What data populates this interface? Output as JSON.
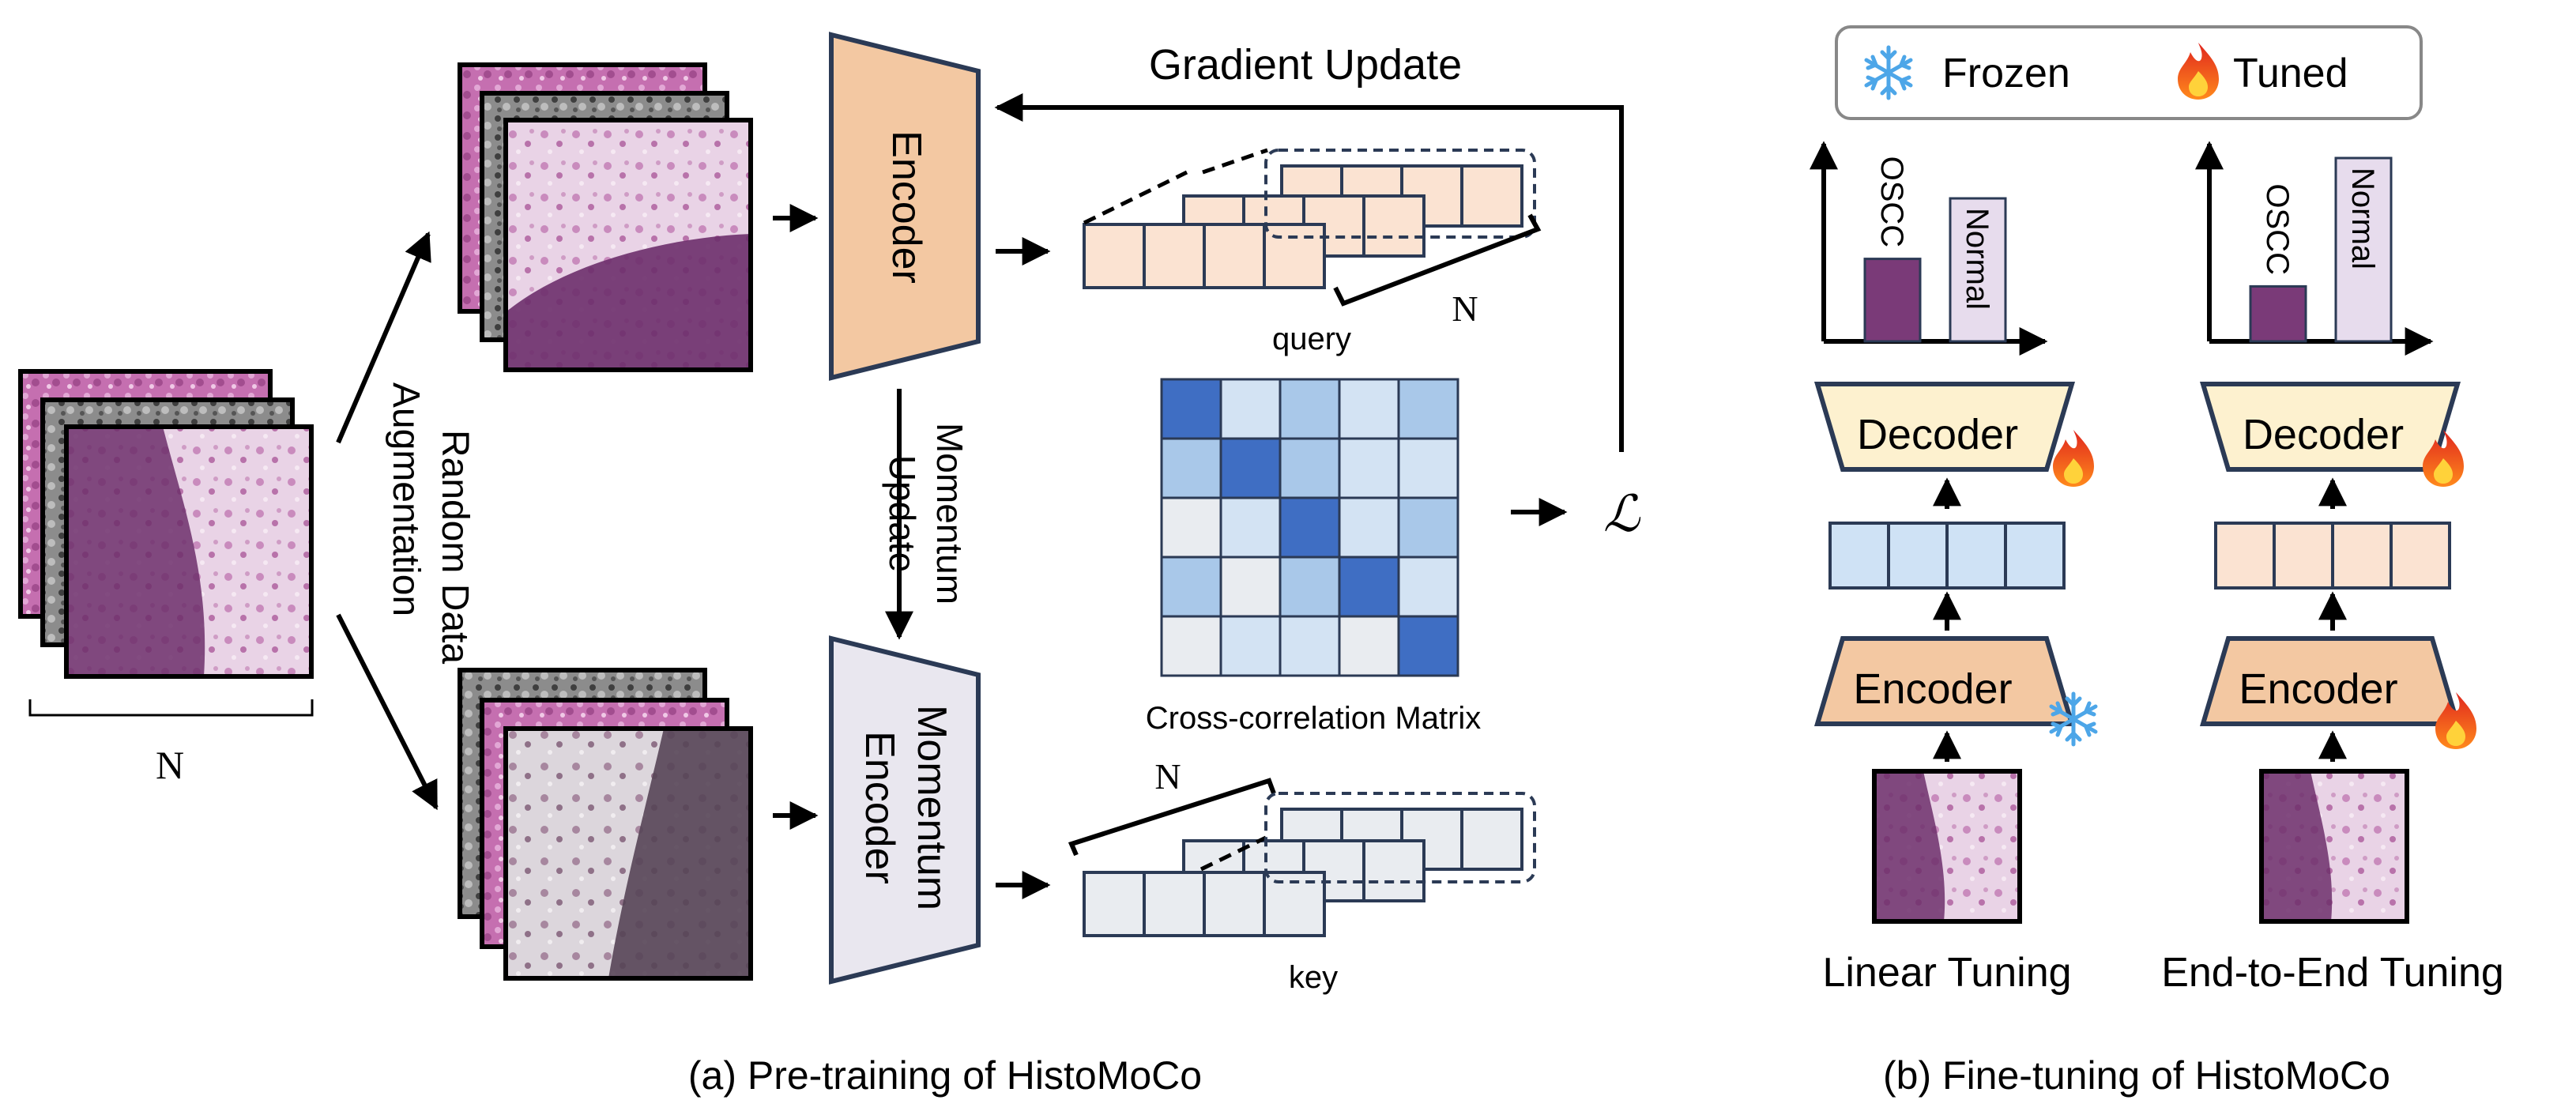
{
  "pretraining": {
    "input_count": "N",
    "augmentation_label_line1": "Random Data",
    "augmentation_label_line2": "Augmentation",
    "encoder_label": "Encoder",
    "momentum_encoder_line1": "Momentum",
    "momentum_encoder_line2": "Encoder",
    "gradient_update": "Gradient Update",
    "momentum_update_line1": "Momentum",
    "momentum_update_line2": "Update",
    "query_label": "query",
    "query_count": "N",
    "key_label": "key",
    "key_count": "N",
    "matrix_label": "Cross-correlation Matrix",
    "loss_symbol": "ℒ",
    "caption": "(a) Pre-training of HistoMoCo",
    "matrix_levels": [
      [
        4,
        1,
        2,
        1,
        2
      ],
      [
        2,
        4,
        2,
        1,
        1
      ],
      [
        0,
        1,
        4,
        1,
        2
      ],
      [
        2,
        0,
        2,
        4,
        1
      ],
      [
        0,
        1,
        1,
        0,
        4
      ]
    ],
    "matrix_palette": [
      "#e9ecf0",
      "#d3e3f3",
      "#a9c8e9",
      "#8aabdc",
      "#3f6ec3"
    ]
  },
  "finetuning": {
    "legend": {
      "frozen_label": "Frozen",
      "tuned_label": "Tuned",
      "frozen_icon": "snowflake-icon",
      "tuned_icon": "fire-icon"
    },
    "linear": {
      "title": "Linear Tuning",
      "decoder": "Decoder",
      "encoder": "Encoder",
      "bar_labels": [
        "OSCC",
        "Normal"
      ],
      "bar_values": [
        0.45,
        0.78
      ],
      "encoder_state": "frozen",
      "decoder_state": "tuned"
    },
    "end_to_end": {
      "title": "End-to-End Tuning",
      "decoder": "Decoder",
      "encoder": "Encoder",
      "bar_labels": [
        "OSCC",
        "Normal"
      ],
      "bar_values": [
        0.3,
        1.0
      ],
      "encoder_state": "tuned",
      "decoder_state": "tuned"
    },
    "caption": "(b) Fine-tuning of HistoMoCo"
  },
  "colors": {
    "encoder_fill": "#f3c8a2",
    "momentum_encoder_fill": "#e9e7ef",
    "decoder_fill": "#fdf1cf",
    "query_cell": "#fbe3d2",
    "key_cell": "#e9ecf0",
    "feature_blue": "#cfe2f5",
    "border_navy": "#2b3a55",
    "bar_oscc": "#7a3a78",
    "bar_normal": "#e7dced",
    "tissue_dark": "#6d2f6b",
    "tissue_light": "#d7a9cf"
  }
}
